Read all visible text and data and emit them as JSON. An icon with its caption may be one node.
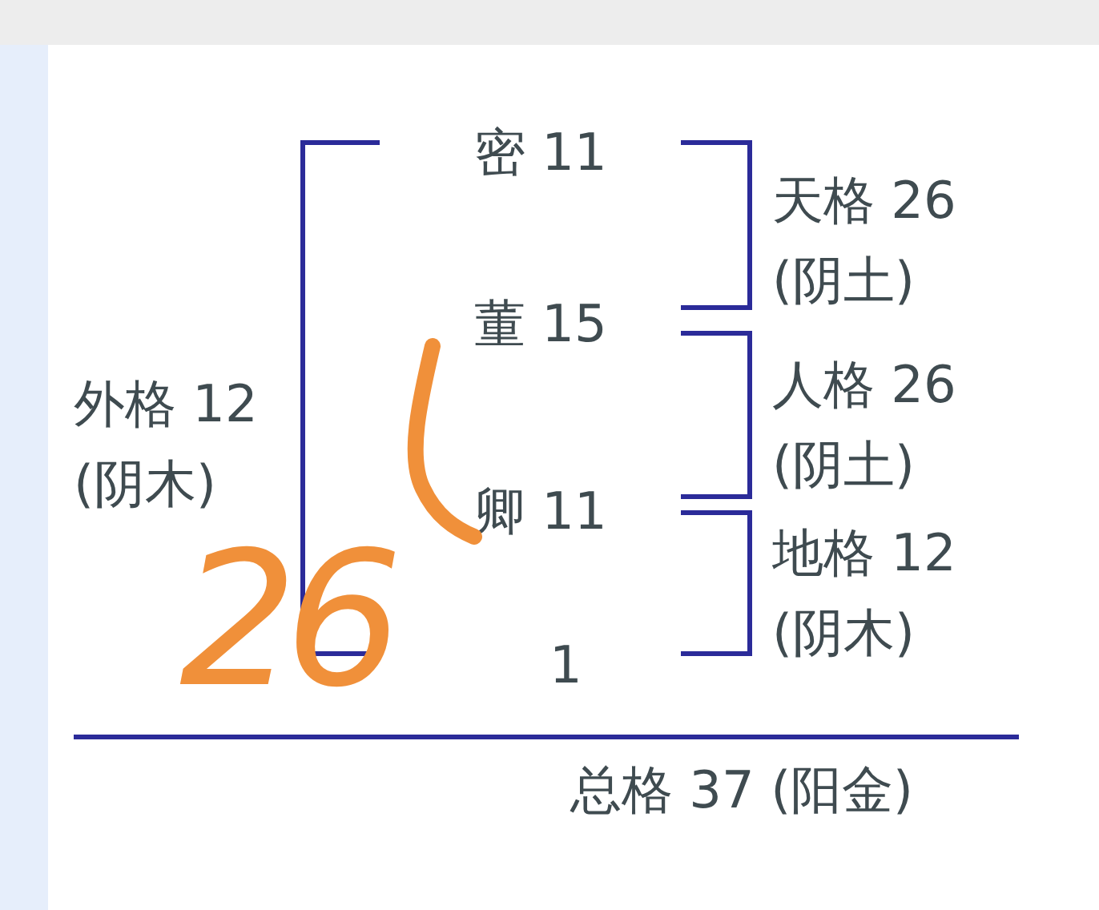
{
  "diagram": {
    "labels": [
      "密 11",
      "天格 26 (阴土)",
      "董 15",
      "外格 12 (阴木)",
      "人格 26 (阴土)",
      "卿 11",
      "地格 12 (阴木)",
      "1",
      "26",
      "总格 37 (阳金)"
    ]
  }
}
